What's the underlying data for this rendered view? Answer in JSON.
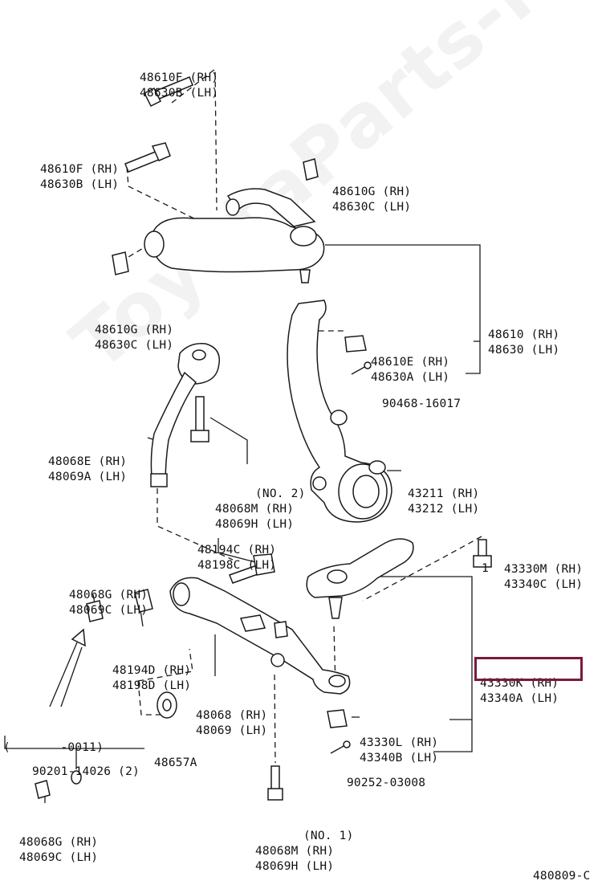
{
  "watermark": "ToyotaParts-Mine.ru",
  "diagram_code": "480809-C",
  "highlight_color": "#7a1a3a",
  "labels": {
    "upper_bolt_a": [
      "48610F (RH)",
      "48630B (LH)"
    ],
    "upper_bolt_b": [
      "48610F (RH)",
      "48630B (LH)"
    ],
    "upper_bushing_right": [
      "48610G (RH)",
      "48630C (LH)"
    ],
    "upper_bushing_left": [
      "48610G (RH)",
      "48630C (LH)"
    ],
    "upper_arm": [
      "48610 (RH)",
      "48630 (LH)"
    ],
    "upper_nut": [
      "48610E (RH)",
      "48630A (LH)"
    ],
    "upper_pin": [
      "90468-16017"
    ],
    "strut_rod": [
      "48068E (RH)",
      "48069A (LH)"
    ],
    "strut_bolt_no2": [
      "(NO. 2)",
      "48068M (RH)",
      "48069H (LH)"
    ],
    "knuckle": [
      "43211 (RH)",
      "43212 (LH)"
    ],
    "stabilizer_link": [
      "48194C (RH)",
      "48198C (LH)"
    ],
    "lower_bolt": [
      "43330M (RH)",
      "43340C (LH)"
    ],
    "lower_nut_a": [
      "48068G (RH)",
      "48069C (LH)"
    ],
    "lower_bushing": [
      "48194D (RH)",
      "48198D (LH)"
    ],
    "ball_joint": [
      "43330K (RH)",
      "43340A (LH)"
    ],
    "lower_arm": [
      "48068 (RH)",
      "48069 (LH)"
    ],
    "ball_joint_nut": [
      "43330L (RH)",
      "43340B (LH)"
    ],
    "date_range": [
      "(       -0011)"
    ],
    "kit": [
      "90201-14026 (2)"
    ],
    "cushion": [
      "48657A"
    ],
    "ball_joint_pin": [
      "90252-03008"
    ],
    "lower_nut_b": [
      "48068G (RH)",
      "48069C (LH)"
    ],
    "strut_bolt_no1": [
      "(NO. 1)",
      "48068M (RH)",
      "48069H (LH)"
    ],
    "ref_1": [
      "1"
    ]
  }
}
